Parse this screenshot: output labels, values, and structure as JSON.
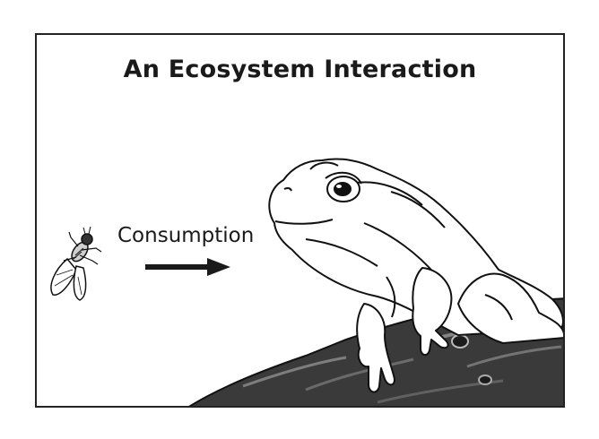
{
  "diagram": {
    "title": "An Ecosystem Interaction",
    "arrow_label": "Consumption",
    "nodes": [
      {
        "id": "fly",
        "icon": "fly-icon"
      },
      {
        "id": "toad",
        "icon": "toad-icon"
      }
    ],
    "edges": [
      {
        "from": "fly",
        "to": "toad",
        "label": "Consumption"
      }
    ]
  }
}
